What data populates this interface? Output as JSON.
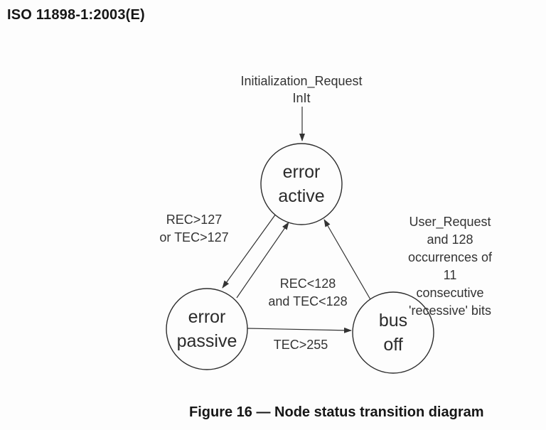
{
  "header": {
    "title": "ISO 11898-1:2003(E)"
  },
  "diagram": {
    "init_label": "Initialization_Request\nInIt",
    "states": [
      {
        "id": "error-active",
        "label": "error\nactive"
      },
      {
        "id": "error-passive",
        "label": "error\npassive"
      },
      {
        "id": "bus-off",
        "label": "bus\noff"
      }
    ],
    "transitions": [
      {
        "from": "error-active",
        "to": "error-passive",
        "label": "REC>127\nor TEC>127"
      },
      {
        "from": "error-passive",
        "to": "error-active",
        "label": "REC<128\nand TEC<128"
      },
      {
        "from": "error-passive",
        "to": "bus-off",
        "label": "TEC>255"
      },
      {
        "from": "bus-off",
        "to": "error-active",
        "label": "User_Request\nand 128 occurrences of 11\nconsecutive 'recessive' bits"
      }
    ],
    "colors": {
      "line": "#333333",
      "text": "#2b2b2b",
      "background": "#fdfdfd"
    }
  },
  "caption": "Figure 16 — Node status transition diagram"
}
